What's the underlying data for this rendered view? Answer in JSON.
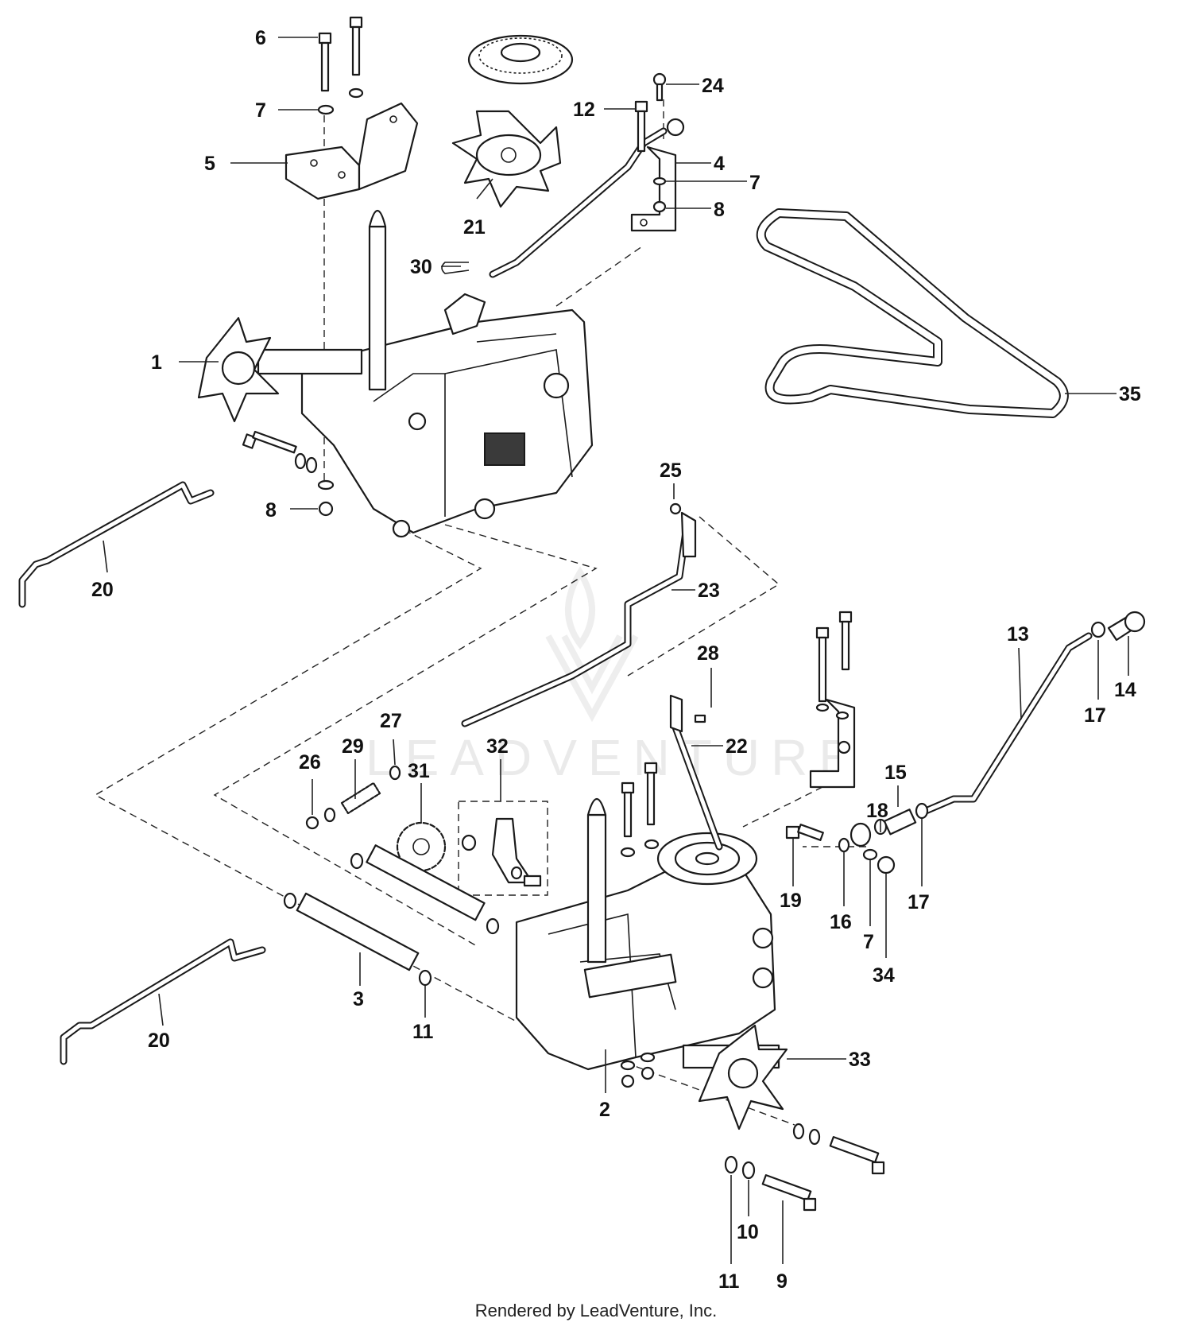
{
  "callouts": [
    "1",
    "2",
    "3",
    "4",
    "5",
    "6",
    "7",
    "8",
    "9",
    "10",
    "11",
    "12",
    "13",
    "14",
    "15",
    "16",
    "17",
    "18",
    "19",
    "20",
    "21",
    "22",
    "23",
    "24",
    "25",
    "26",
    "27",
    "28",
    "29",
    "30",
    "31",
    "32",
    "33",
    "34",
    "35"
  ],
  "watermark": "LEADVENTURE",
  "footer": "Rendered by LeadVenture, Inc."
}
